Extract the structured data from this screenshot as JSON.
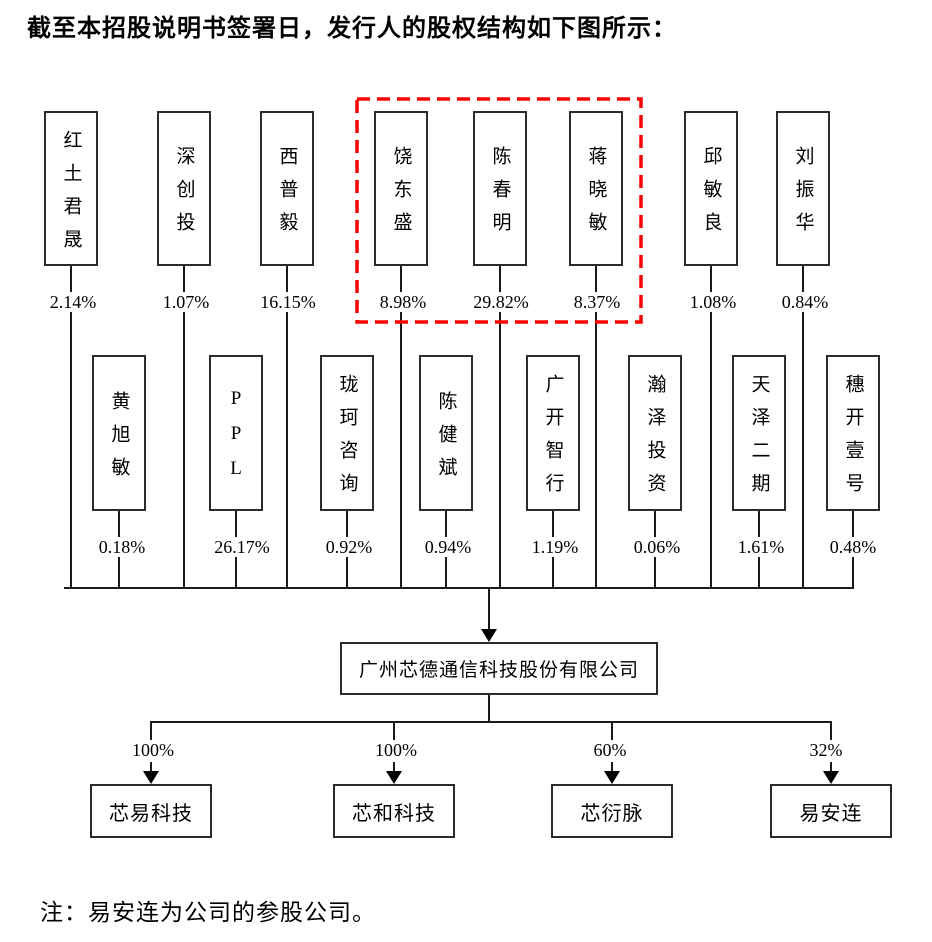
{
  "title": "截至本招股说明书签署日，发行人的股权结构如下图所示：",
  "note": "注：易安连为公司的参股公司。",
  "colors": {
    "line": "#000000",
    "highlight_frame": "#ff0000"
  },
  "diagram": {
    "issuer": "广州芯德通信科技股份有限公司",
    "top_shareholders": [
      {
        "name": "红土君晟",
        "pct": "2.14%"
      },
      {
        "name": "深创投",
        "pct": "1.07%"
      },
      {
        "name": "西普毅",
        "pct": "16.15%"
      },
      {
        "name": "饶东盛",
        "pct": "8.98%"
      },
      {
        "name": "陈春明",
        "pct": "29.82%"
      },
      {
        "name": "蒋晓敏",
        "pct": "8.37%"
      },
      {
        "name": "邱敏良",
        "pct": "1.08%"
      },
      {
        "name": "刘振华",
        "pct": "0.84%"
      }
    ],
    "second_row_shareholders": [
      {
        "name": "黄旭敏",
        "pct": "0.18%"
      },
      {
        "name": "PPL",
        "pct": "26.17%"
      },
      {
        "name": "珑珂咨询",
        "pct": "0.92%"
      },
      {
        "name": "陈健斌",
        "pct": "0.94%"
      },
      {
        "name": "广开智行",
        "pct": "1.19%"
      },
      {
        "name": "瀚泽投资",
        "pct": "0.06%"
      },
      {
        "name": "天泽二期",
        "pct": "1.61%"
      },
      {
        "name": "穗开壹号",
        "pct": "0.48%"
      }
    ],
    "subsidiaries": [
      {
        "name": "芯易科技",
        "pct": "100%"
      },
      {
        "name": "芯和科技",
        "pct": "100%"
      },
      {
        "name": "芯衍脉",
        "pct": "60%"
      },
      {
        "name": "易安连",
        "pct": "32%"
      }
    ]
  }
}
